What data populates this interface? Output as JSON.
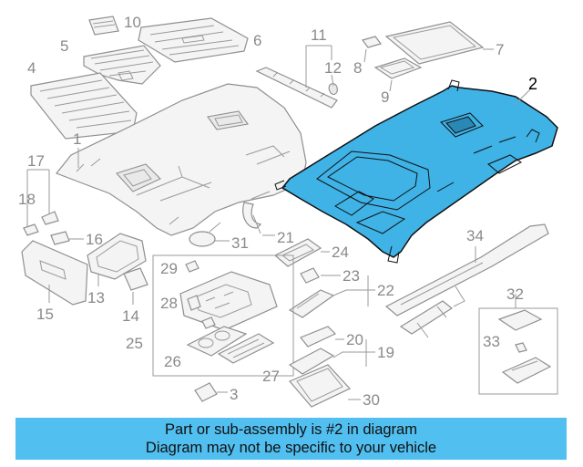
{
  "diagram": {
    "highlighted_part": "2",
    "callouts": [
      "1",
      "2",
      "3",
      "4",
      "5",
      "6",
      "7",
      "8",
      "9",
      "10",
      "11",
      "12",
      "13",
      "14",
      "15",
      "16",
      "17",
      "18",
      "19",
      "20",
      "21",
      "22",
      "23",
      "24",
      "25",
      "26",
      "27",
      "28",
      "29",
      "30",
      "31",
      "32",
      "33",
      "34"
    ],
    "colors": {
      "highlight": "#3fb2e6",
      "banner": "#51bff0",
      "line": "#8f8f8f"
    }
  },
  "banner": {
    "line1": "Part or sub-assembly is #2 in diagram",
    "line2": "Diagram may not be specific to your vehicle"
  }
}
